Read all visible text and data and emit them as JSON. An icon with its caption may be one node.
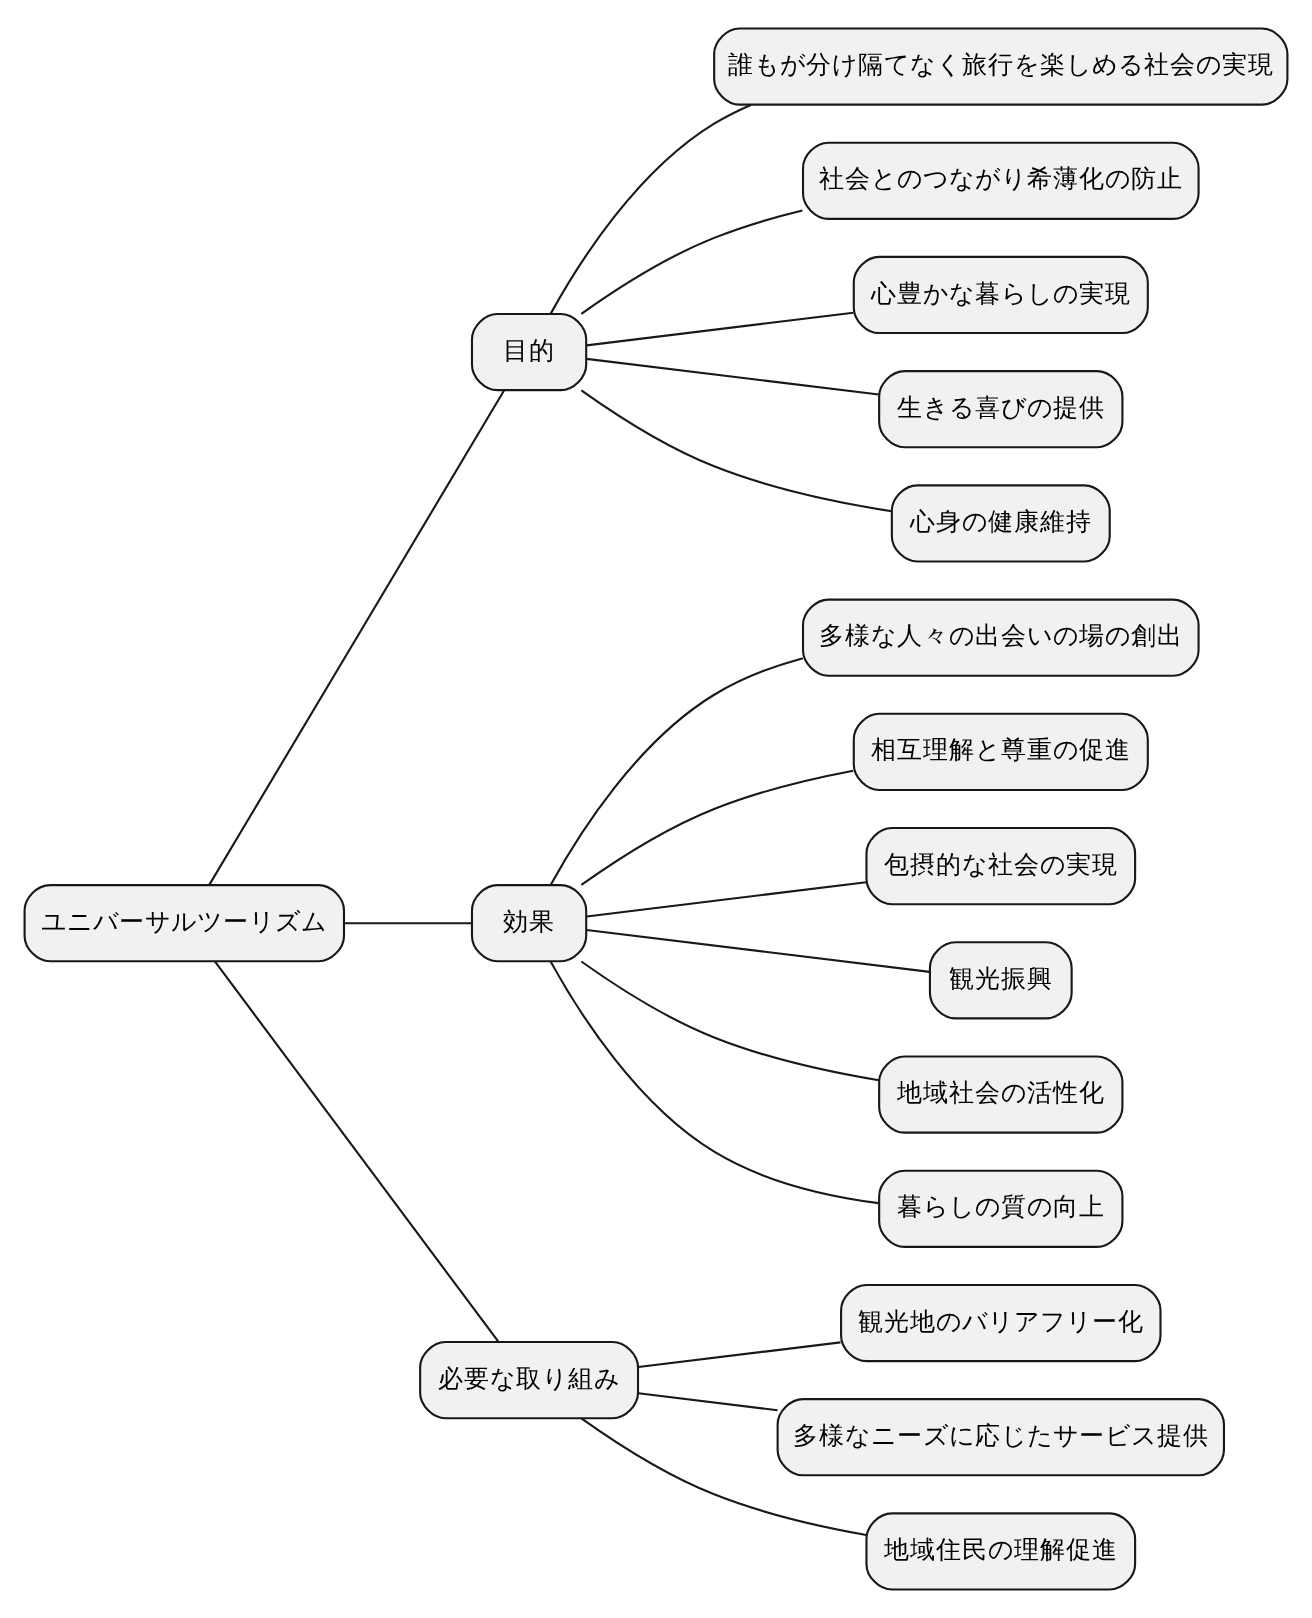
{
  "diagram": {
    "nodes": [
      {
        "text": [
          "ユニバーサルツーリズム"
        ]
      },
      {
        "text": [
          "目的"
        ]
      },
      {
        "text": [
          "誰もが分け隔てなく旅行を楽しめる社会の実現"
        ]
      },
      {
        "text": [
          "社会とのつながり希薄化の防止"
        ]
      },
      {
        "text": [
          "心豊かな暮らしの実現"
        ]
      },
      {
        "text": [
          "生きる喜びの提供"
        ]
      },
      {
        "text": [
          "心身の健康維持"
        ]
      },
      {
        "text": [
          "効果"
        ]
      },
      {
        "text": [
          "多様な人々の出会いの場の創出"
        ]
      },
      {
        "text": [
          "相互理解と尊重の促進"
        ]
      },
      {
        "text": [
          "包摂的な社会の実現"
        ]
      },
      {
        "text": [
          "観光振興"
        ]
      },
      {
        "text": [
          "地域社会の活性化"
        ]
      },
      {
        "text": [
          "暮らしの質の向上"
        ]
      },
      {
        "text": [
          "必要な取り組み"
        ]
      },
      {
        "text": [
          "観光地のバリアフリー化"
        ]
      },
      {
        "text": [
          "多様なニーズに応じたサービス提供"
        ]
      },
      {
        "text": [
          "地域住民の理解促進"
        ]
      }
    ],
    "edges": [
      {
        "from": 0,
        "to": 1,
        "arrow": "none"
      },
      {
        "from": 1,
        "to": 2,
        "arrow": "none"
      },
      {
        "from": 1,
        "to": 3,
        "arrow": "none"
      },
      {
        "from": 1,
        "to": 4,
        "arrow": "none"
      },
      {
        "from": 1,
        "to": 5,
        "arrow": "none"
      },
      {
        "from": 1,
        "to": 6,
        "arrow": "none"
      },
      {
        "from": 0,
        "to": 7,
        "arrow": "none"
      },
      {
        "from": 7,
        "to": 8,
        "arrow": "none"
      },
      {
        "from": 7,
        "to": 9,
        "arrow": "none"
      },
      {
        "from": 7,
        "to": 10,
        "arrow": "none"
      },
      {
        "from": 7,
        "to": 11,
        "arrow": "none"
      },
      {
        "from": 7,
        "to": 12,
        "arrow": "none"
      },
      {
        "from": 7,
        "to": 13,
        "arrow": "none"
      },
      {
        "from": 0,
        "to": 14,
        "arrow": "none"
      },
      {
        "from": 14,
        "to": 15,
        "arrow": "none"
      },
      {
        "from": 14,
        "to": 16,
        "arrow": "none"
      },
      {
        "from": 14,
        "to": 17,
        "arrow": "none"
      }
    ]
  }
}
